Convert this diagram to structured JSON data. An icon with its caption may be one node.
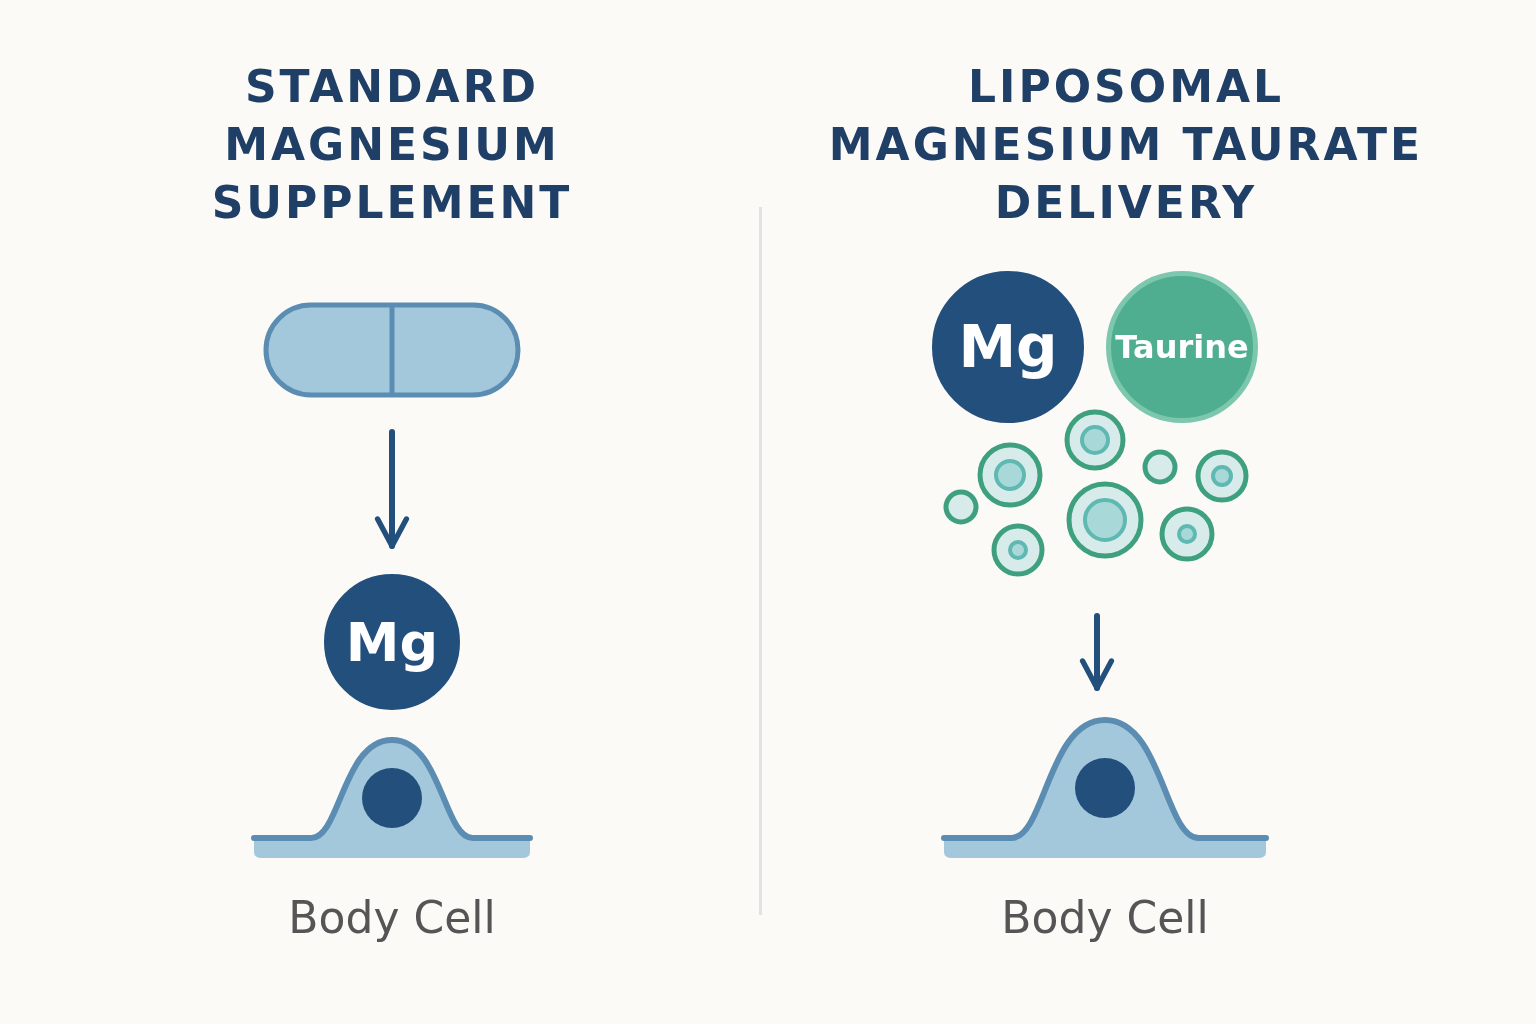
{
  "diagram": {
    "nodes": [
      {
        "text": [],
        "shape": "pill"
      },
      {
        "text": [
          "Mg"
        ]
      },
      {
        "text": [],
        "shape": "picture",
        "beside": [
          "Body Cell"
        ]
      },
      {
        "text": [
          "Mg"
        ]
      },
      {
        "text": [
          "Taurine"
        ]
      },
      {
        "text": [],
        "shape": "picture"
      },
      {
        "text": [],
        "shape": "picture",
        "beside": [
          "Body Cell"
        ]
      }
    ],
    "edges": [
      {
        "from": 0,
        "to": 1,
        "arrow": "to"
      },
      {
        "from": 5,
        "to": 6,
        "arrow": "to"
      }
    ],
    "labels": [
      "STANDARD MAGNESIUM SUPPLEMENT",
      "LIPOSOMAL MAGNESIUM TAURATE DELIVERY"
    ]
  }
}
